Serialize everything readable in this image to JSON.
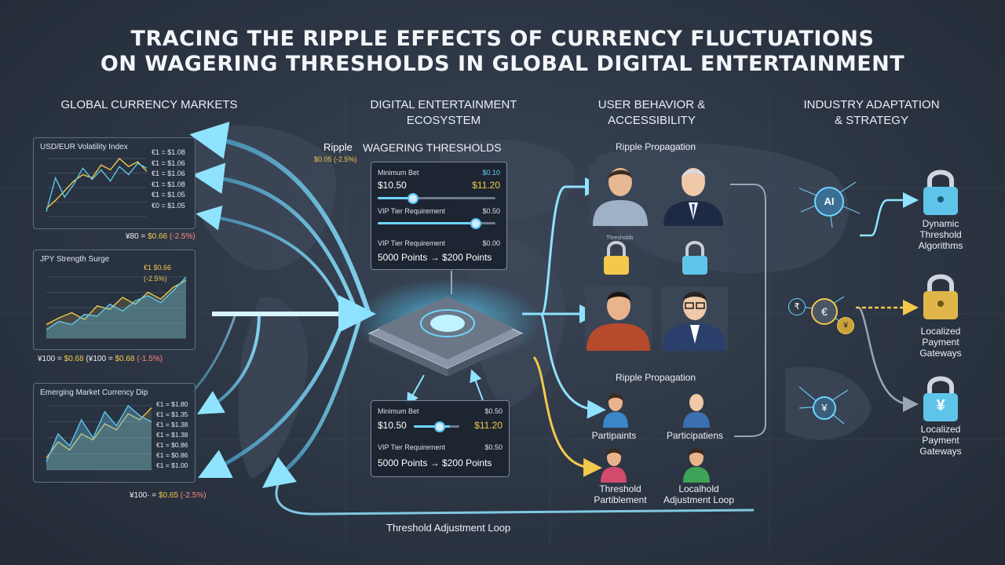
{
  "title": {
    "line1": "TRACING THE RIPPLE EFFECTS OF CURRENCY FLUCTUATIONS",
    "line2": "ON WAGERING THRESHOLDS IN GLOBAL DIGITAL ENTERTAINMENT"
  },
  "columns": {
    "markets": "GLOBAL CURRENCY MARKETS",
    "ecosystem_line1": "DIGITAL ENTERTAINMENT",
    "ecosystem_line2": "ECOSYSTEM",
    "behavior_line1": "USER BEHAVIOR &",
    "behavior_line2": "ACCESSIBILITY",
    "industry_line1": "INDUSTRY ADAPTATION",
    "industry_line2": "& STRATEGY"
  },
  "charts": [
    {
      "title": "USD/EUR Volatility Index",
      "legend": [
        "€1 = $1.08",
        "€1 = $1.06",
        "€1 = $1.06",
        "€1 = $1.08",
        "€1 = $1.05",
        "€0 = $1.05"
      ],
      "caption_left": "¥80 = ",
      "caption_value": "$0.66",
      "caption_change": "(-2.5%)",
      "series": [
        {
          "color": "#f2c94c",
          "values": [
            0.5,
            1.0,
            1.6,
            2.2,
            2.6,
            2.4,
            3.2,
            2.9,
            3.6,
            3.1,
            3.4,
            2.8
          ]
        },
        {
          "color": "#5fc4ea",
          "values": [
            0.3,
            2.4,
            1.2,
            2.0,
            3.0,
            2.3,
            2.9,
            2.2,
            3.1,
            2.6,
            3.3,
            3.0
          ]
        }
      ]
    },
    {
      "title": "JPY Strength Surge",
      "legend_top": "€1 $0.66 (-2.5%)",
      "caption_left": "¥100 = ",
      "caption_value": "$0.68",
      "caption_mid": " (¥100 = ",
      "caption_value2": "$0.68",
      "caption_change": " (-1.5%)",
      "series": [
        {
          "color": "#f2c94c",
          "values": [
            0.8,
            1.2,
            1.5,
            1.1,
            1.9,
            1.7,
            2.4,
            2.0,
            2.7,
            2.3,
            3.0,
            3.4
          ]
        },
        {
          "color": "#5fc4ea",
          "values": [
            0.5,
            1.0,
            0.8,
            1.4,
            1.3,
            2.0,
            1.6,
            2.2,
            2.5,
            2.1,
            2.8,
            3.6
          ]
        }
      ]
    },
    {
      "title": "Emerging Market Currency Dip",
      "legend": [
        "€1 = $1.80",
        "€1 = $1.35",
        "€1 = $1.38",
        "€1 = $1.38",
        "€1 = $0.86",
        "€1 = $0.86",
        "€1 = $1.00"
      ],
      "caption_left": "¥100· = ",
      "caption_value": "$0.65",
      "caption_change": " (-2.5%)",
      "series": [
        {
          "color": "#f2c94c",
          "values": [
            0.6,
            1.4,
            1.0,
            1.8,
            1.5,
            2.3,
            2.0,
            2.8,
            2.5,
            3.1
          ]
        },
        {
          "color": "#5fc4ea",
          "values": [
            0.4,
            1.8,
            1.2,
            2.5,
            1.6,
            2.9,
            2.2,
            3.2,
            2.7,
            2.4
          ]
        }
      ]
    }
  ],
  "wagering": {
    "ripple": "Ripple",
    "ripple_value": "$0.05 (-2.5%)",
    "heading": "WAGERING THRESHOLDS",
    "top_box": {
      "min_bet_label": "Minimum Bet",
      "min_bet_right": "$0.10",
      "from": "$10.50",
      "to": "$11.20",
      "vip_label": "VIP Tier Requirement",
      "vip_right": "$0.50",
      "vip_label2": "VIP Tier Requirement",
      "vip_right2": "$0.00",
      "points": "5000 Points → $200 Points"
    },
    "bottom_box": {
      "min_bet_label": "Minimum Bet",
      "min_bet_right": "$0.50",
      "from": "$10.50",
      "to": "$11.20",
      "vip_label": "VIP Tier Requirement",
      "vip_right": "$0.50",
      "points": "5000 Points → $200 Points"
    }
  },
  "behavior": {
    "ripple_top": "Ripple Propagation",
    "ripple_bottom": "Ripple Propagation",
    "tiny_thresholds": "Thresholds",
    "participants_a": "Partipaints",
    "participants_b": "Participatiens",
    "threshold_label_line1": "Threshold",
    "threshold_label_line2": "Partiblement",
    "local_label_line1": "Localhold",
    "local_label_line2": "Adjustment Loop"
  },
  "loop_label": "Threshold Adjustment Loop",
  "strategy": {
    "ai_label": "AI",
    "item1_line1": "Dynamic",
    "item1_line2": "Threshold",
    "item1_line3": "Algorithms",
    "item2_line1": "Localized",
    "item2_line2": "Payment",
    "item2_line3": "Gateways",
    "item3_line1": "Localized",
    "item3_line2": "Payment",
    "item3_line3": "Gateways",
    "yen_symbol": "¥",
    "euro_symbol": "€",
    "rupee_symbol": "₹"
  },
  "colors": {
    "accent_cyan": "#5fd3f5",
    "accent_yellow": "#f2c94c",
    "negative_red": "#ff8a80"
  }
}
